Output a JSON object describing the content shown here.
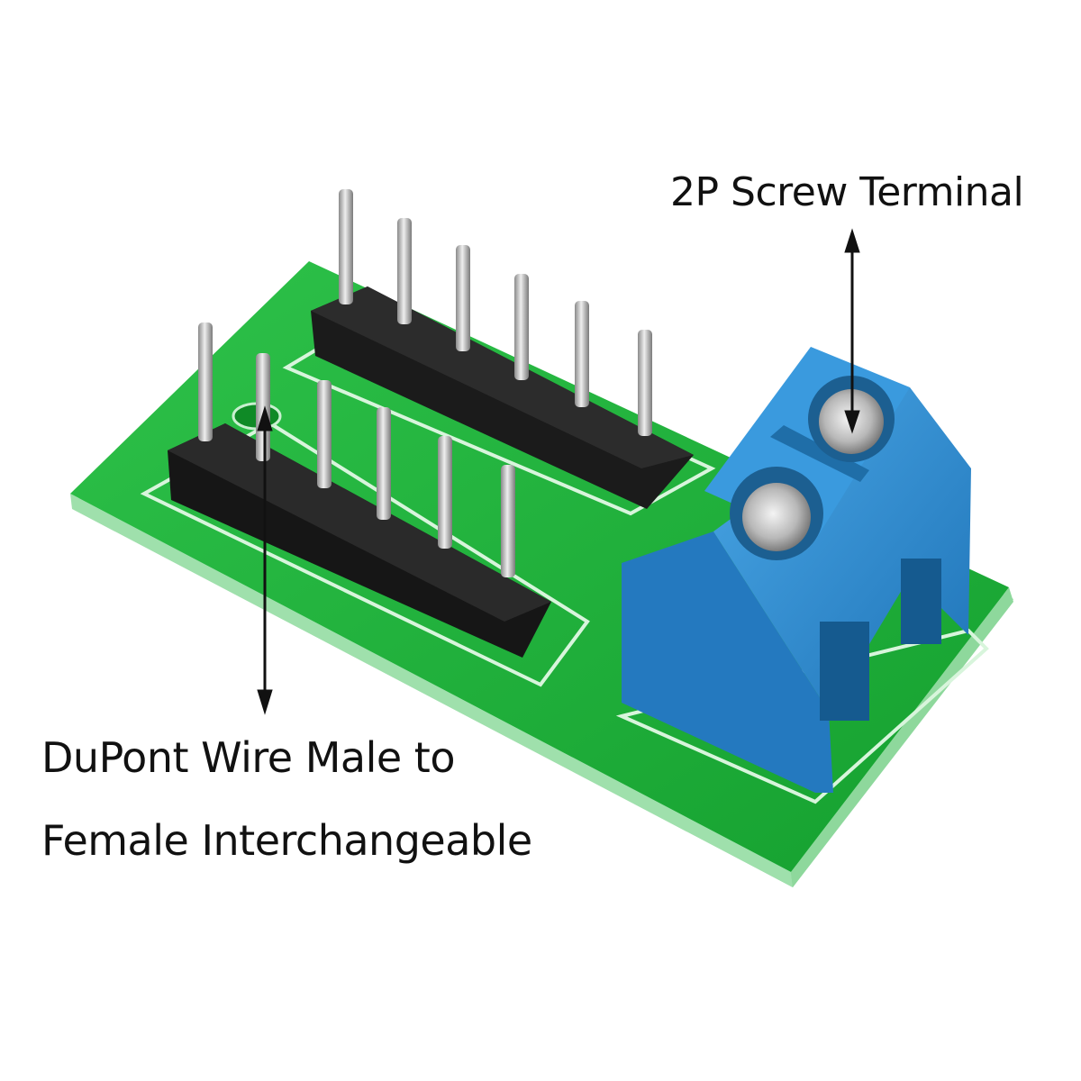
{
  "labels": {
    "screw_terminal": "2P Screw Terminal",
    "dupont_line1": "DuPont Wire Male to",
    "dupont_line2": "Female Interchangeable"
  },
  "colors": {
    "background": "#ffffff",
    "pcb_green": "#1fae3a",
    "pcb_edge": "#7fd38f",
    "header_black": "#1b1b1b",
    "pin_metal": "#b9b9b9",
    "terminal_blue": "#2f8fd1",
    "arrow": "#111111"
  },
  "components": {
    "header_pins_back_row": 6,
    "header_pins_front_row": 6,
    "screw_terminal_positions": 2
  }
}
